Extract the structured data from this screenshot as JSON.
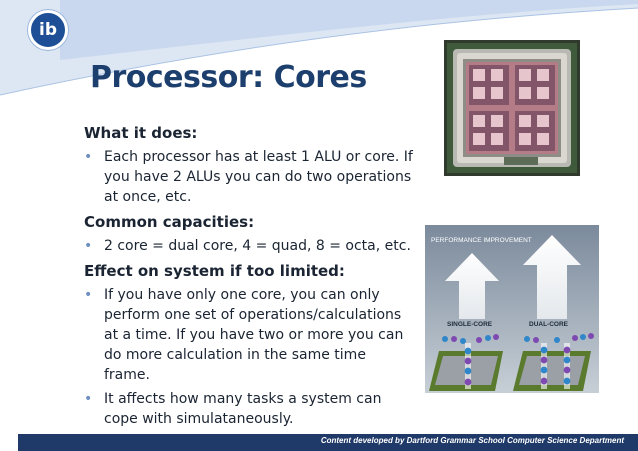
{
  "slide": {
    "logo_text": "ib",
    "title": "Processor: Cores",
    "sections": [
      {
        "heading": "What it does:",
        "bullets": [
          "Each processor has at least 1 ALU or core. If you have 2 ALUs you can do two operations at once, etc."
        ]
      },
      {
        "heading": "Common capacities:",
        "bullets": [
          "2 core = dual core, 4 = quad, 8 = octa, etc."
        ]
      },
      {
        "heading": "Effect  on system if too limited:",
        "bullets": [
          "If you have only one core, you can only perform one set of operations/calculations at a time. If you have two or more you can do more calculation in the same time frame.",
          "It affects how many tasks a system can cope with simulataneously."
        ]
      }
    ],
    "bullet_symbol": "•",
    "performance_image": {
      "header": "PERFORMANCE IMPROVEMENT",
      "left_label": "SINGLE-CORE",
      "right_label": "DUAL-CORE"
    },
    "footer": "Content developed by Dartford Grammar School Computer Science Department"
  },
  "colors": {
    "title": "#1c3f6e",
    "bullet_dot": "#6f8fbf",
    "footer_bg": "#1f3a68",
    "swoosh": "#c9d8ee"
  }
}
